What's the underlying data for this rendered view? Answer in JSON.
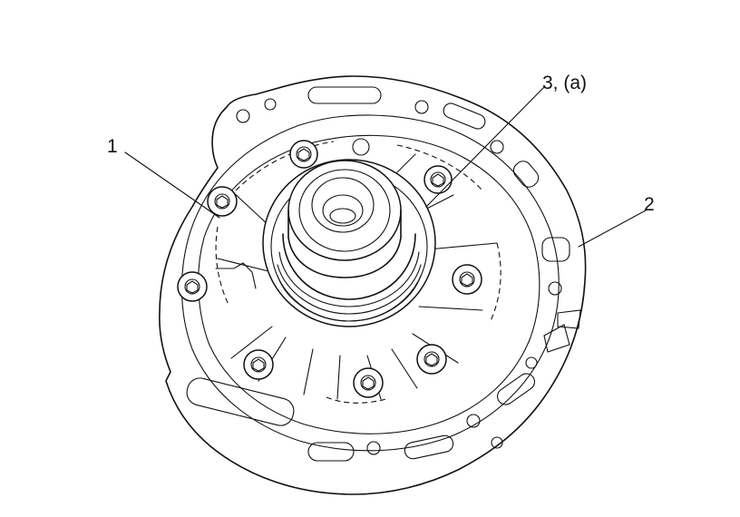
{
  "diagram": {
    "callouts": [
      {
        "id": "1",
        "text": "1"
      },
      {
        "id": "2",
        "text": "2"
      },
      {
        "id": "3",
        "text": "3, (a)"
      }
    ],
    "bolt_count": 8,
    "ink_color": "#111111",
    "background_color": "#ffffff"
  }
}
